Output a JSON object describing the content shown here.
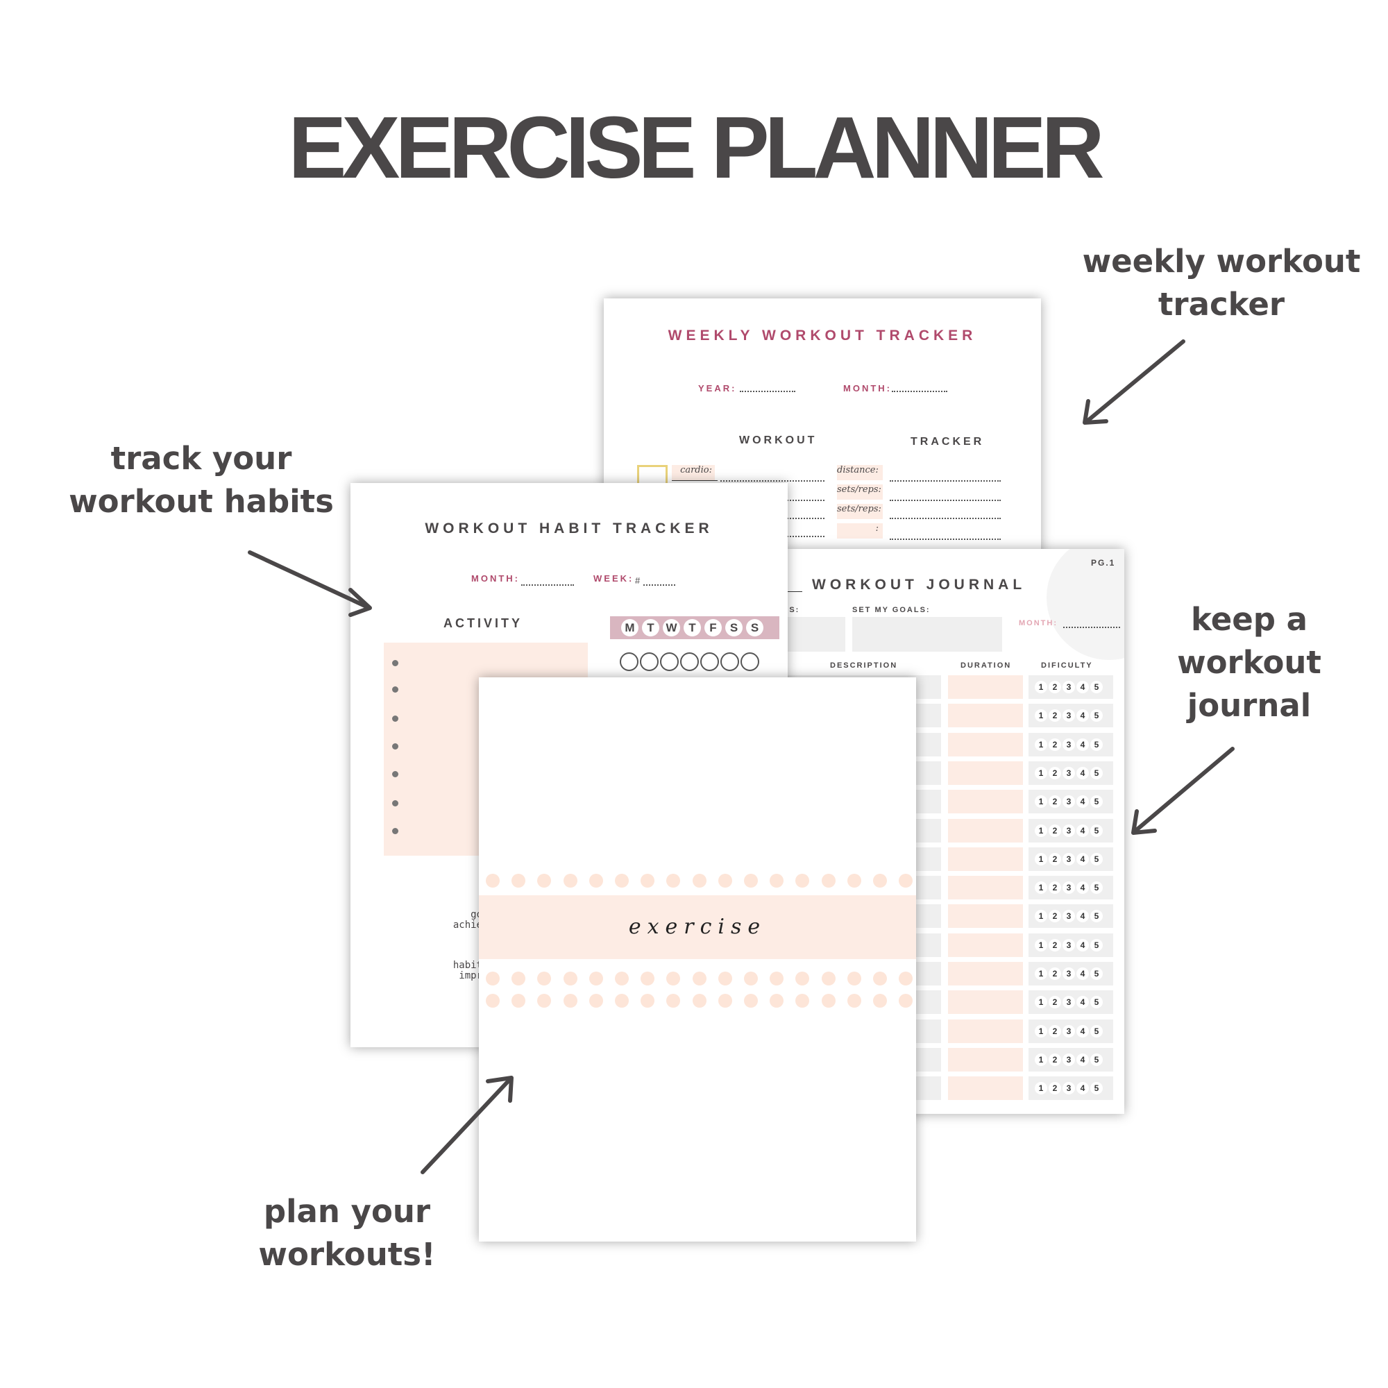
{
  "title": "EXERCISE PLANNER",
  "callouts": {
    "weekly": [
      "weekly workout",
      "tracker"
    ],
    "habits": [
      "track your",
      "workout habits"
    ],
    "journal": [
      "keep a",
      "workout",
      "journal"
    ],
    "plan": [
      "plan your",
      "workouts!"
    ]
  },
  "weekly_tracker": {
    "title": "WEEKLY WORKOUT TRACKER",
    "year_label": "YEAR:",
    "month_label": "MONTH:",
    "col_workout": "WORKOUT",
    "col_tracker": "TRACKER",
    "workout_type": "cardio:",
    "metrics": [
      "distance:",
      "sets/reps:",
      "sets/reps:",
      ":"
    ]
  },
  "habit_tracker": {
    "title": "WORKOUT HABIT TRACKER",
    "month_label": "MONTH:",
    "week_label": "WEEK:",
    "week_hash": "#",
    "activity_label": "ACTIVITY",
    "days": [
      "M",
      "T",
      "W",
      "T",
      "F",
      "S",
      "S"
    ],
    "goal_label": [
      "go",
      "achie"
    ],
    "habit_label": [
      "habit",
      "impr"
    ]
  },
  "journal": {
    "page": "PG.1",
    "title": "WORKOUT JOURNAL",
    "left_label": "ES:",
    "goals_label": "SET MY GOALS:",
    "month_label": "MONTH:",
    "col_description": "DESCRIPTION",
    "col_duration": "DURATION",
    "col_difficulty": "DIFICULTY",
    "difficulty_scale": [
      "1",
      "2",
      "3",
      "4",
      "5"
    ],
    "row_count": 15
  },
  "cover": {
    "title": "exercise"
  },
  "colors": {
    "text": "#4a4748",
    "accent_pink": "#b04a6c",
    "peach": "#fdece4",
    "dusty_rose": "#d9b6c0",
    "gray_cell": "#efefef"
  }
}
